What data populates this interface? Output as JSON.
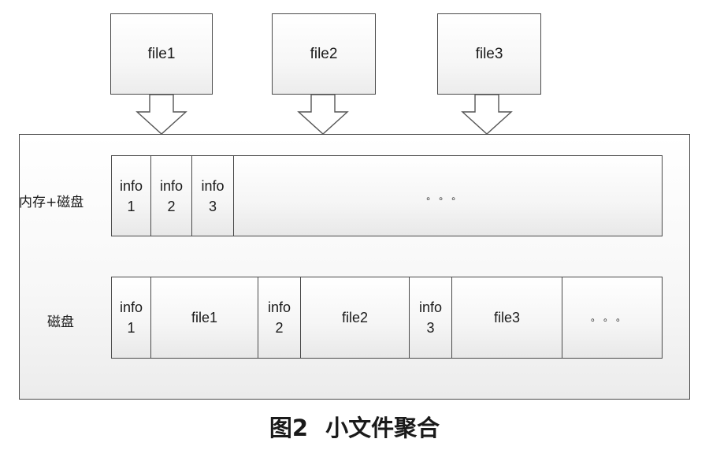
{
  "files": [
    {
      "label": "file1"
    },
    {
      "label": "file2"
    },
    {
      "label": "file3"
    }
  ],
  "row1": {
    "label": "内存+磁盘",
    "cells": [
      {
        "line1": "info",
        "line2": "1"
      },
      {
        "line1": "info",
        "line2": "2"
      },
      {
        "line1": "info",
        "line2": "3"
      }
    ],
    "ellipsis": "。。。"
  },
  "row2": {
    "label": "磁盘",
    "cells": [
      {
        "line1": "info",
        "line2": "1"
      },
      {
        "file": "file1"
      },
      {
        "line1": "info",
        "line2": "2"
      },
      {
        "file": "file2"
      },
      {
        "line1": "info",
        "line2": "3"
      },
      {
        "file": "file3"
      }
    ],
    "ellipsis": "。。。"
  },
  "caption": {
    "figure": "图2",
    "title": "小文件聚合"
  }
}
